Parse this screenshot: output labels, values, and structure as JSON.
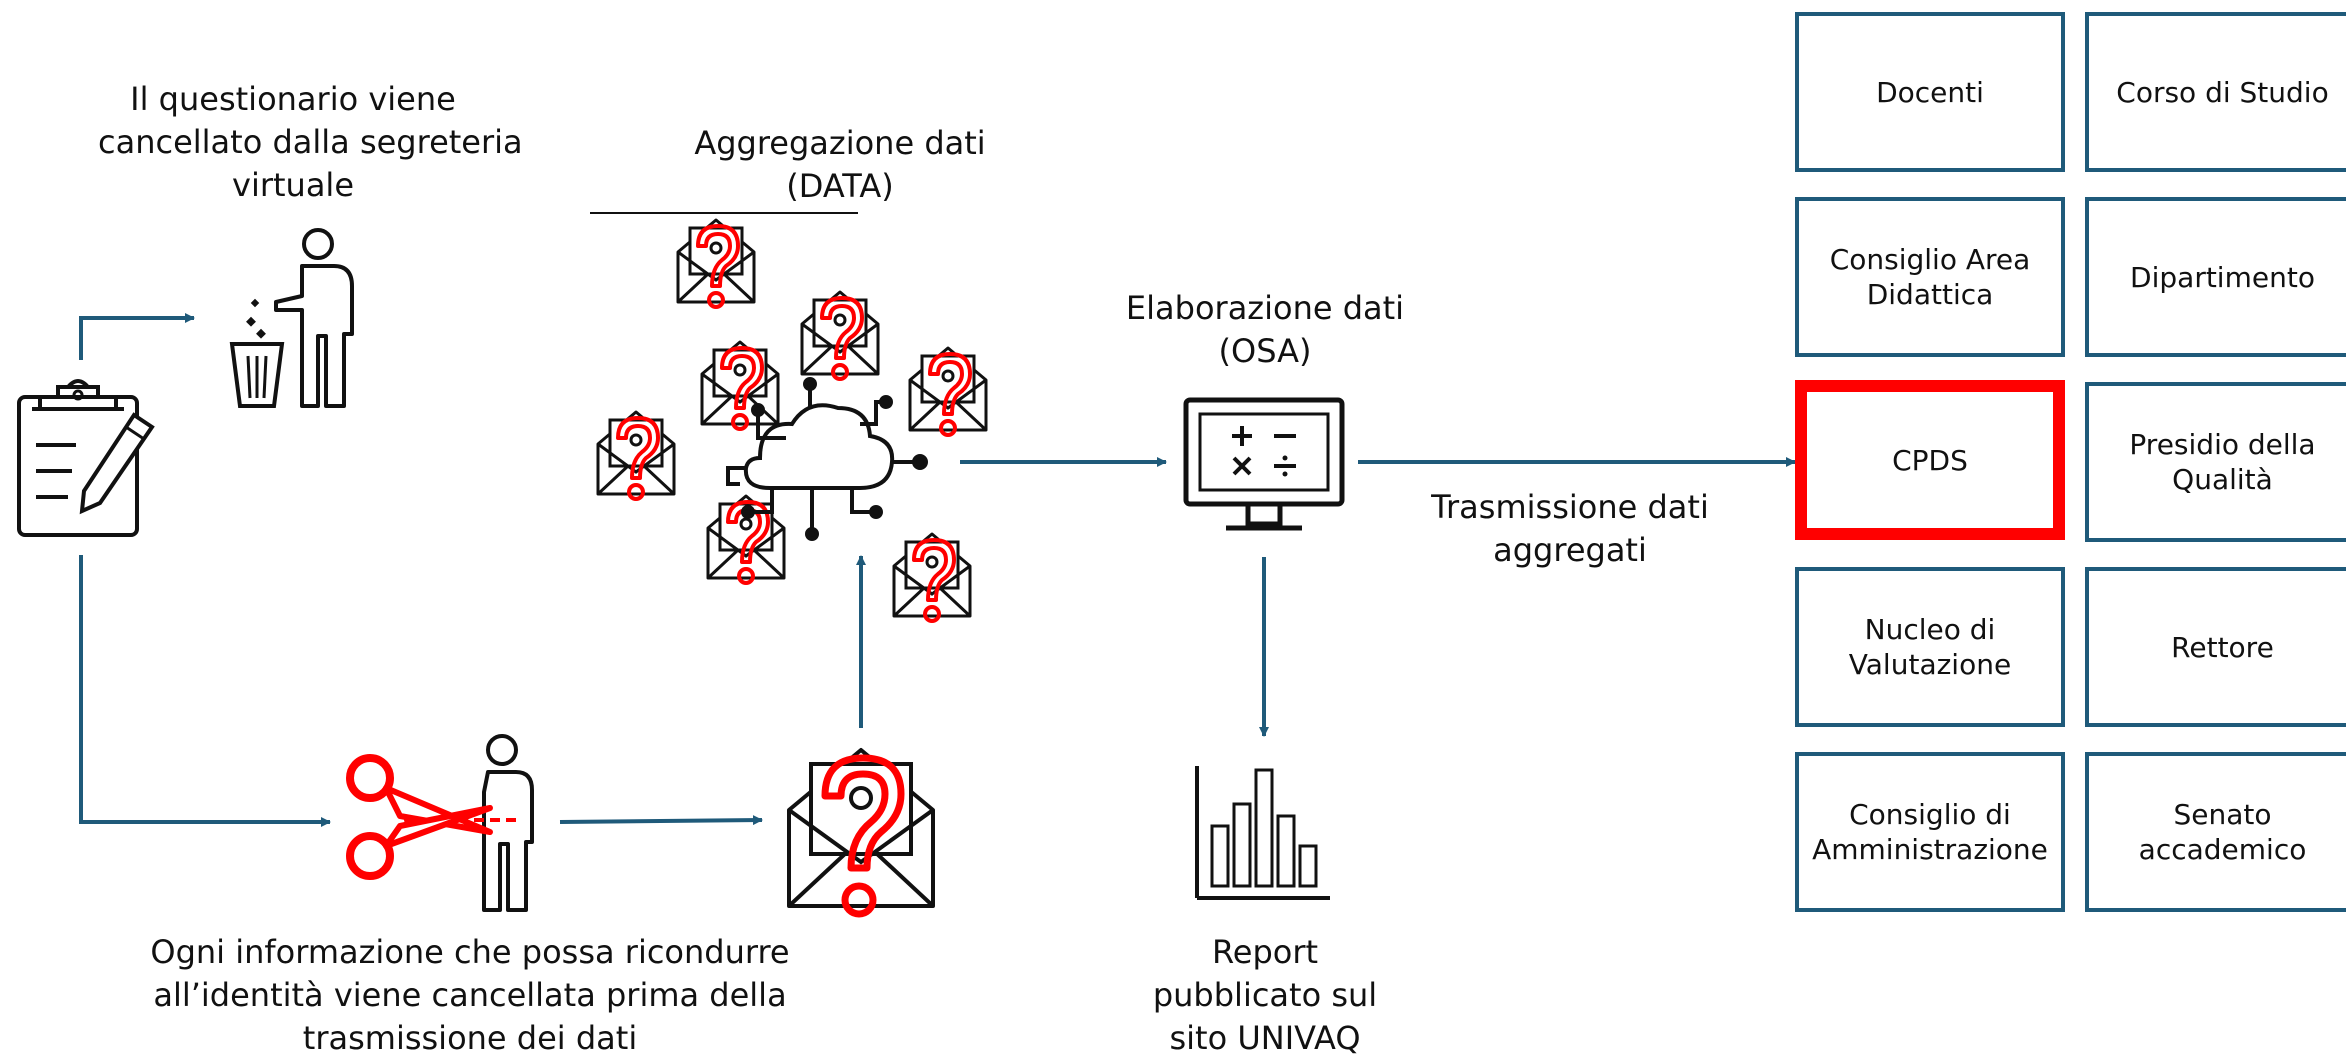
{
  "colors": {
    "arrow": "#1f5a7a",
    "highlight": "#ff0000",
    "icon": "#111111",
    "accent_red": "#ff0000"
  },
  "labels": {
    "deleted": [
      "Il questionario viene",
      "cancellato dalla segreteria",
      "virtuale"
    ],
    "aggregation": [
      "Aggregazione dati",
      "(DATA)"
    ],
    "processing": [
      "Elaborazione dati",
      "(OSA)"
    ],
    "transmission": [
      "Trasmissione dati",
      "aggregati"
    ],
    "anonymization": [
      "Ogni informazione che possa ricondurre",
      "all’identità viene cancellata prima della",
      "trasmissione dei dati"
    ],
    "report": [
      "Report",
      "pubblicato sul",
      "sito UNIVAQ"
    ]
  },
  "icons": {
    "form": "clipboard-pencil-icon",
    "trash": "person-trash-icon",
    "scissors": "scissors-person-icon",
    "envelope": "envelope-question-icon",
    "cloud": "cloud-network-icon",
    "computer": "computer-calculator-icon",
    "chart": "bar-chart-icon"
  },
  "recipients": [
    {
      "lines": [
        "Docenti"
      ],
      "highlighted": false
    },
    {
      "lines": [
        "Corso di Studio"
      ],
      "highlighted": false
    },
    {
      "lines": [
        "Consiglio Area",
        "Didattica"
      ],
      "highlighted": false
    },
    {
      "lines": [
        "Dipartimento"
      ],
      "highlighted": false
    },
    {
      "lines": [
        "CPDS"
      ],
      "highlighted": true
    },
    {
      "lines": [
        "Presidio della",
        "Qualità"
      ],
      "highlighted": false
    },
    {
      "lines": [
        "Nucleo di",
        "Valutazione"
      ],
      "highlighted": false
    },
    {
      "lines": [
        "Rettore"
      ],
      "highlighted": false
    },
    {
      "lines": [
        "Consiglio di",
        "Amministrazione"
      ],
      "highlighted": false
    },
    {
      "lines": [
        "Senato",
        "accademico"
      ],
      "highlighted": false
    }
  ]
}
